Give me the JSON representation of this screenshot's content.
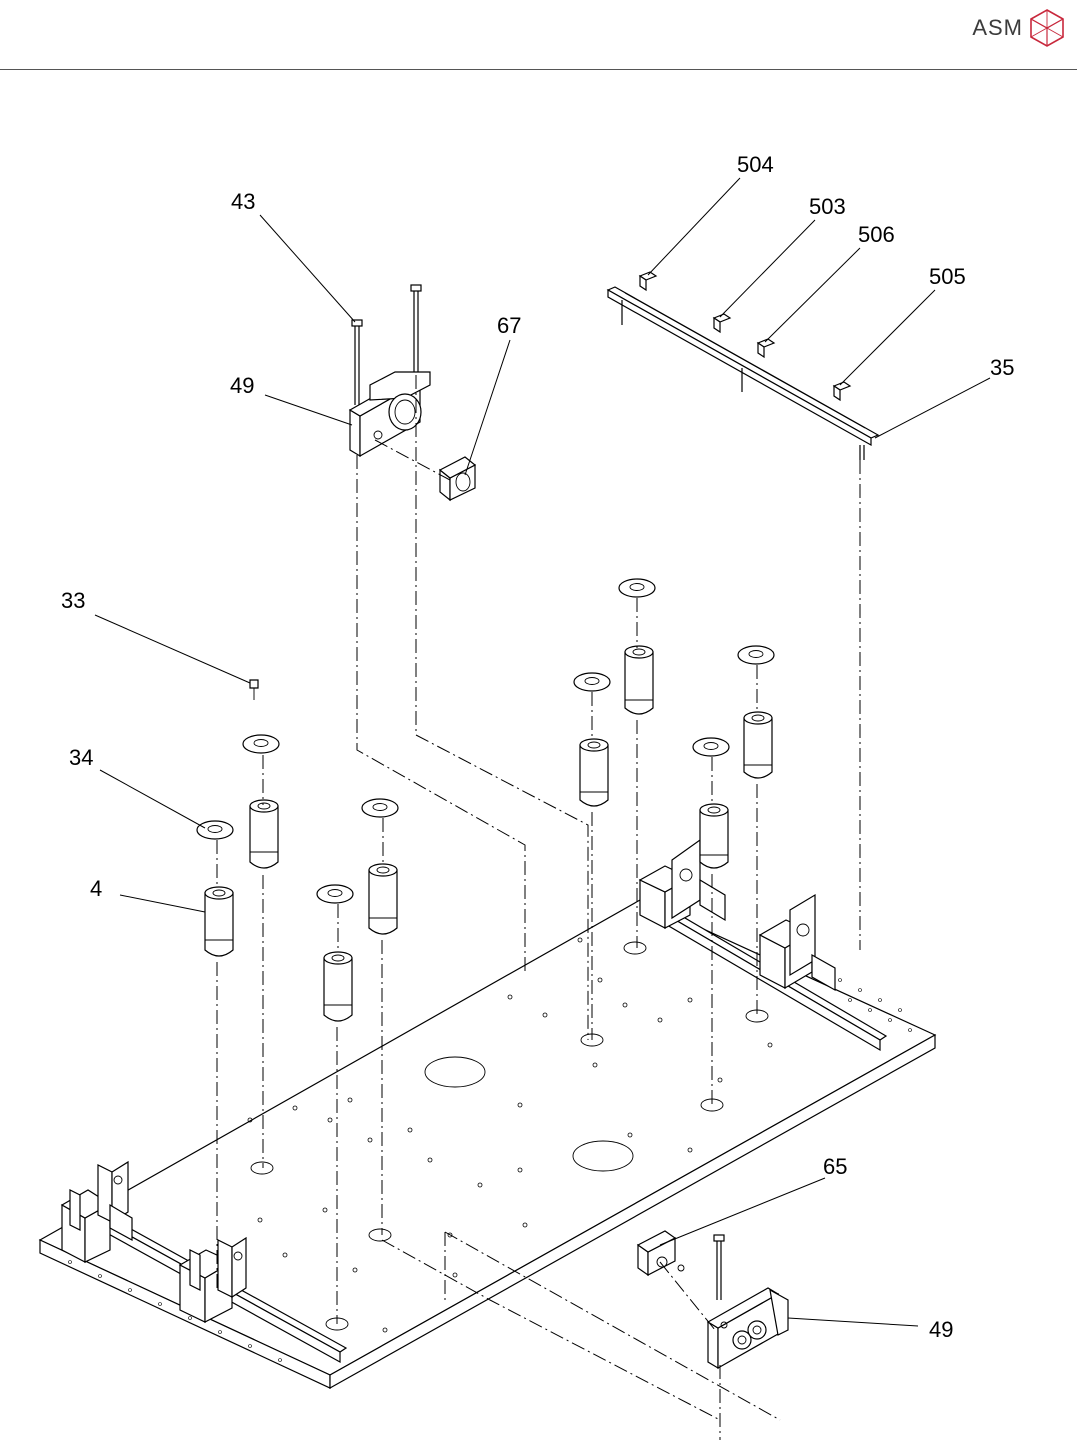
{
  "header": {
    "brand": "ASM",
    "brand_color": "#c8283c",
    "rule_color": "#555555"
  },
  "callouts": {
    "c43": "43",
    "c49_top": "49",
    "c67": "67",
    "c504": "504",
    "c503": "503",
    "c506": "506",
    "c505": "505",
    "c35": "35",
    "c33": "33",
    "c34": "34",
    "c4": "4",
    "c65": "65",
    "c49_bottom": "49"
  }
}
